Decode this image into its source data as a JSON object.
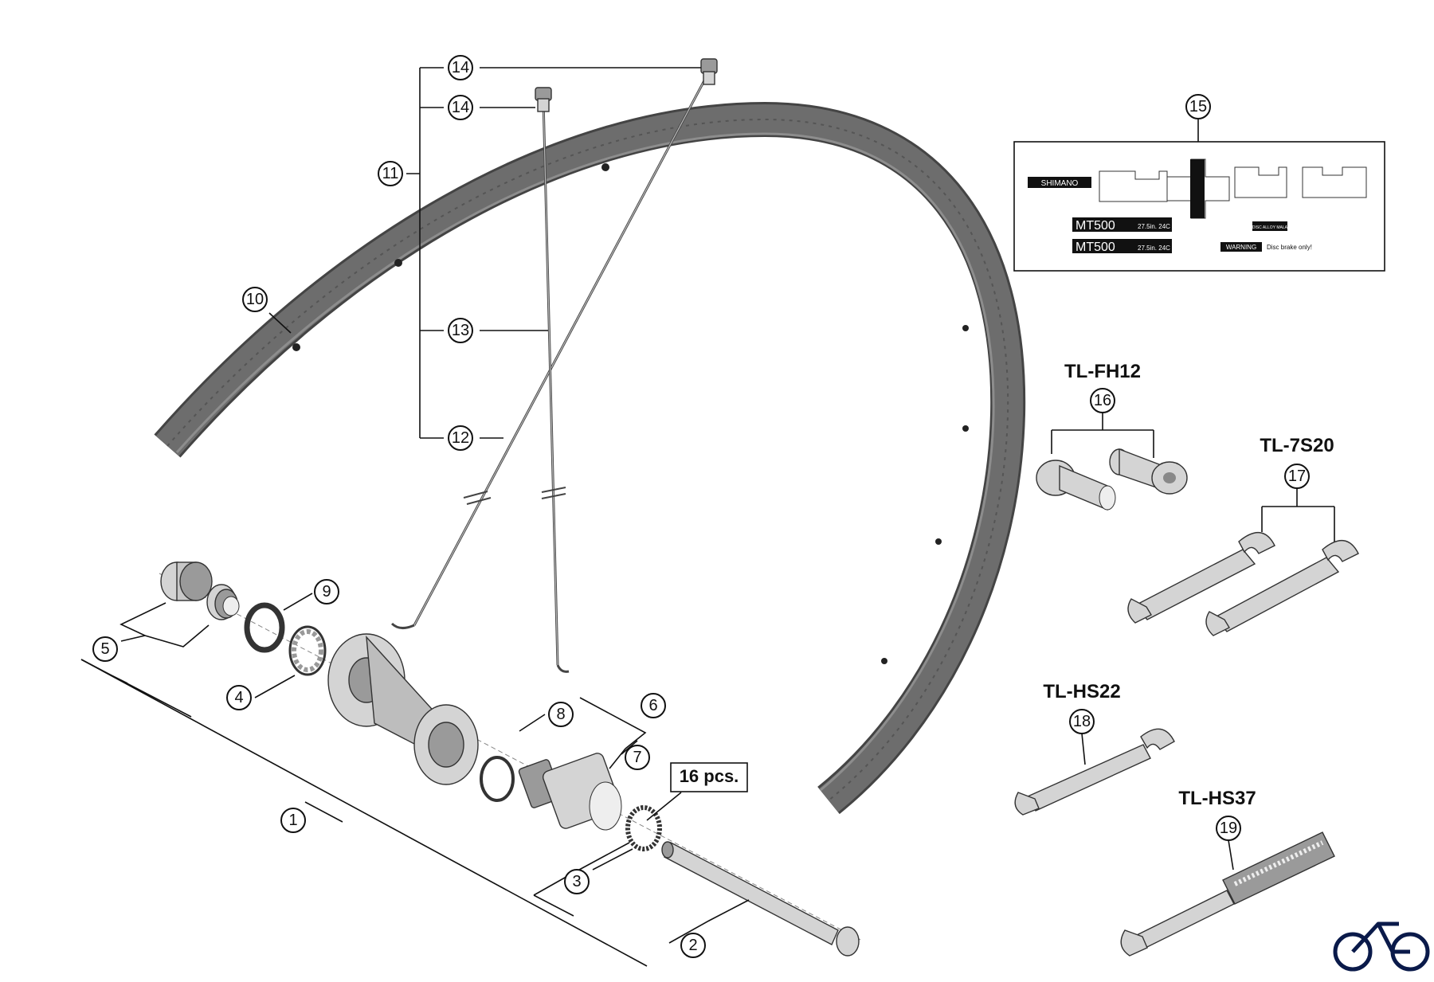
{
  "callouts": {
    "c1": "1",
    "c2": "2",
    "c3": "3",
    "c4": "4",
    "c5": "5",
    "c6": "6",
    "c7": "7",
    "c8": "8",
    "c9": "9",
    "c10": "10",
    "c11": "11",
    "c12": "12",
    "c13": "13",
    "c14a": "14",
    "c14b": "14",
    "c15": "15",
    "c16": "16",
    "c17": "17",
    "c18": "18",
    "c19": "19"
  },
  "quantity_label": "16 pcs.",
  "tools": {
    "fh12": "TL-FH12",
    "s720": "TL-7S20",
    "hs22": "TL-HS22",
    "hs37": "TL-HS37"
  },
  "decals": {
    "brand": "SHIMANO",
    "model_1": "MT500",
    "model_1_spec": "27.5in. 24C",
    "model_2": "MT500",
    "model_2_spec": "27.5in. 24C",
    "rim_info": "RIM-DISC ALLOY  MALAYSIA",
    "warning": "WARNING",
    "warning_text": "Disc brake only!"
  },
  "icons": [
    "bicycle-icon"
  ]
}
